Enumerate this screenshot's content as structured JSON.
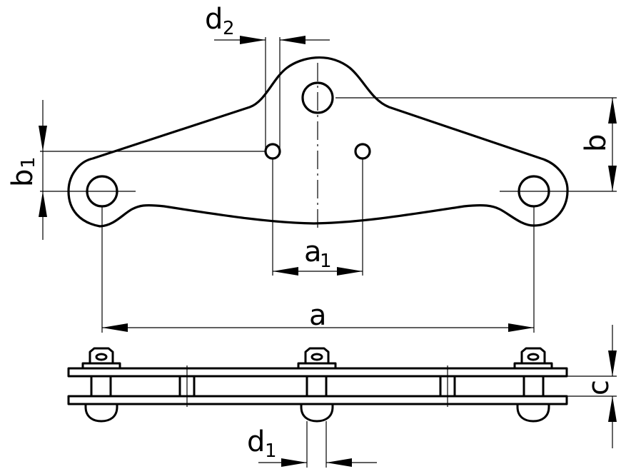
{
  "labels": {
    "d2": {
      "main": "d",
      "sub": "2"
    },
    "b1": {
      "main": "b",
      "sub": "1"
    },
    "b": {
      "main": "b"
    },
    "a1": {
      "main": "a",
      "sub": "1"
    },
    "a": {
      "main": "a"
    },
    "c": {
      "main": "c"
    },
    "d1": {
      "main": "d",
      "sub": "1"
    }
  }
}
